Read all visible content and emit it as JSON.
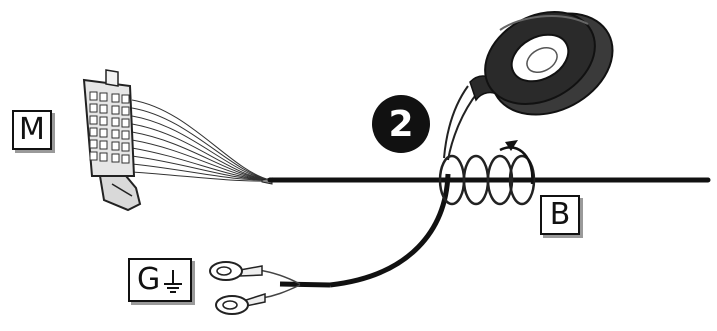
{
  "labels": {
    "connector_label": "M",
    "harness_label": "B",
    "ground_label": "G"
  },
  "step_number": "2",
  "icons": {
    "ground": "ground-icon",
    "tape": "tape-roll-icon",
    "wrap_direction": "arrow-icon"
  },
  "colors": {
    "line": "#111111",
    "tape": "#2a2a2a",
    "connector": "#e6e6e6",
    "label_shadow": "#9a9a9a"
  }
}
